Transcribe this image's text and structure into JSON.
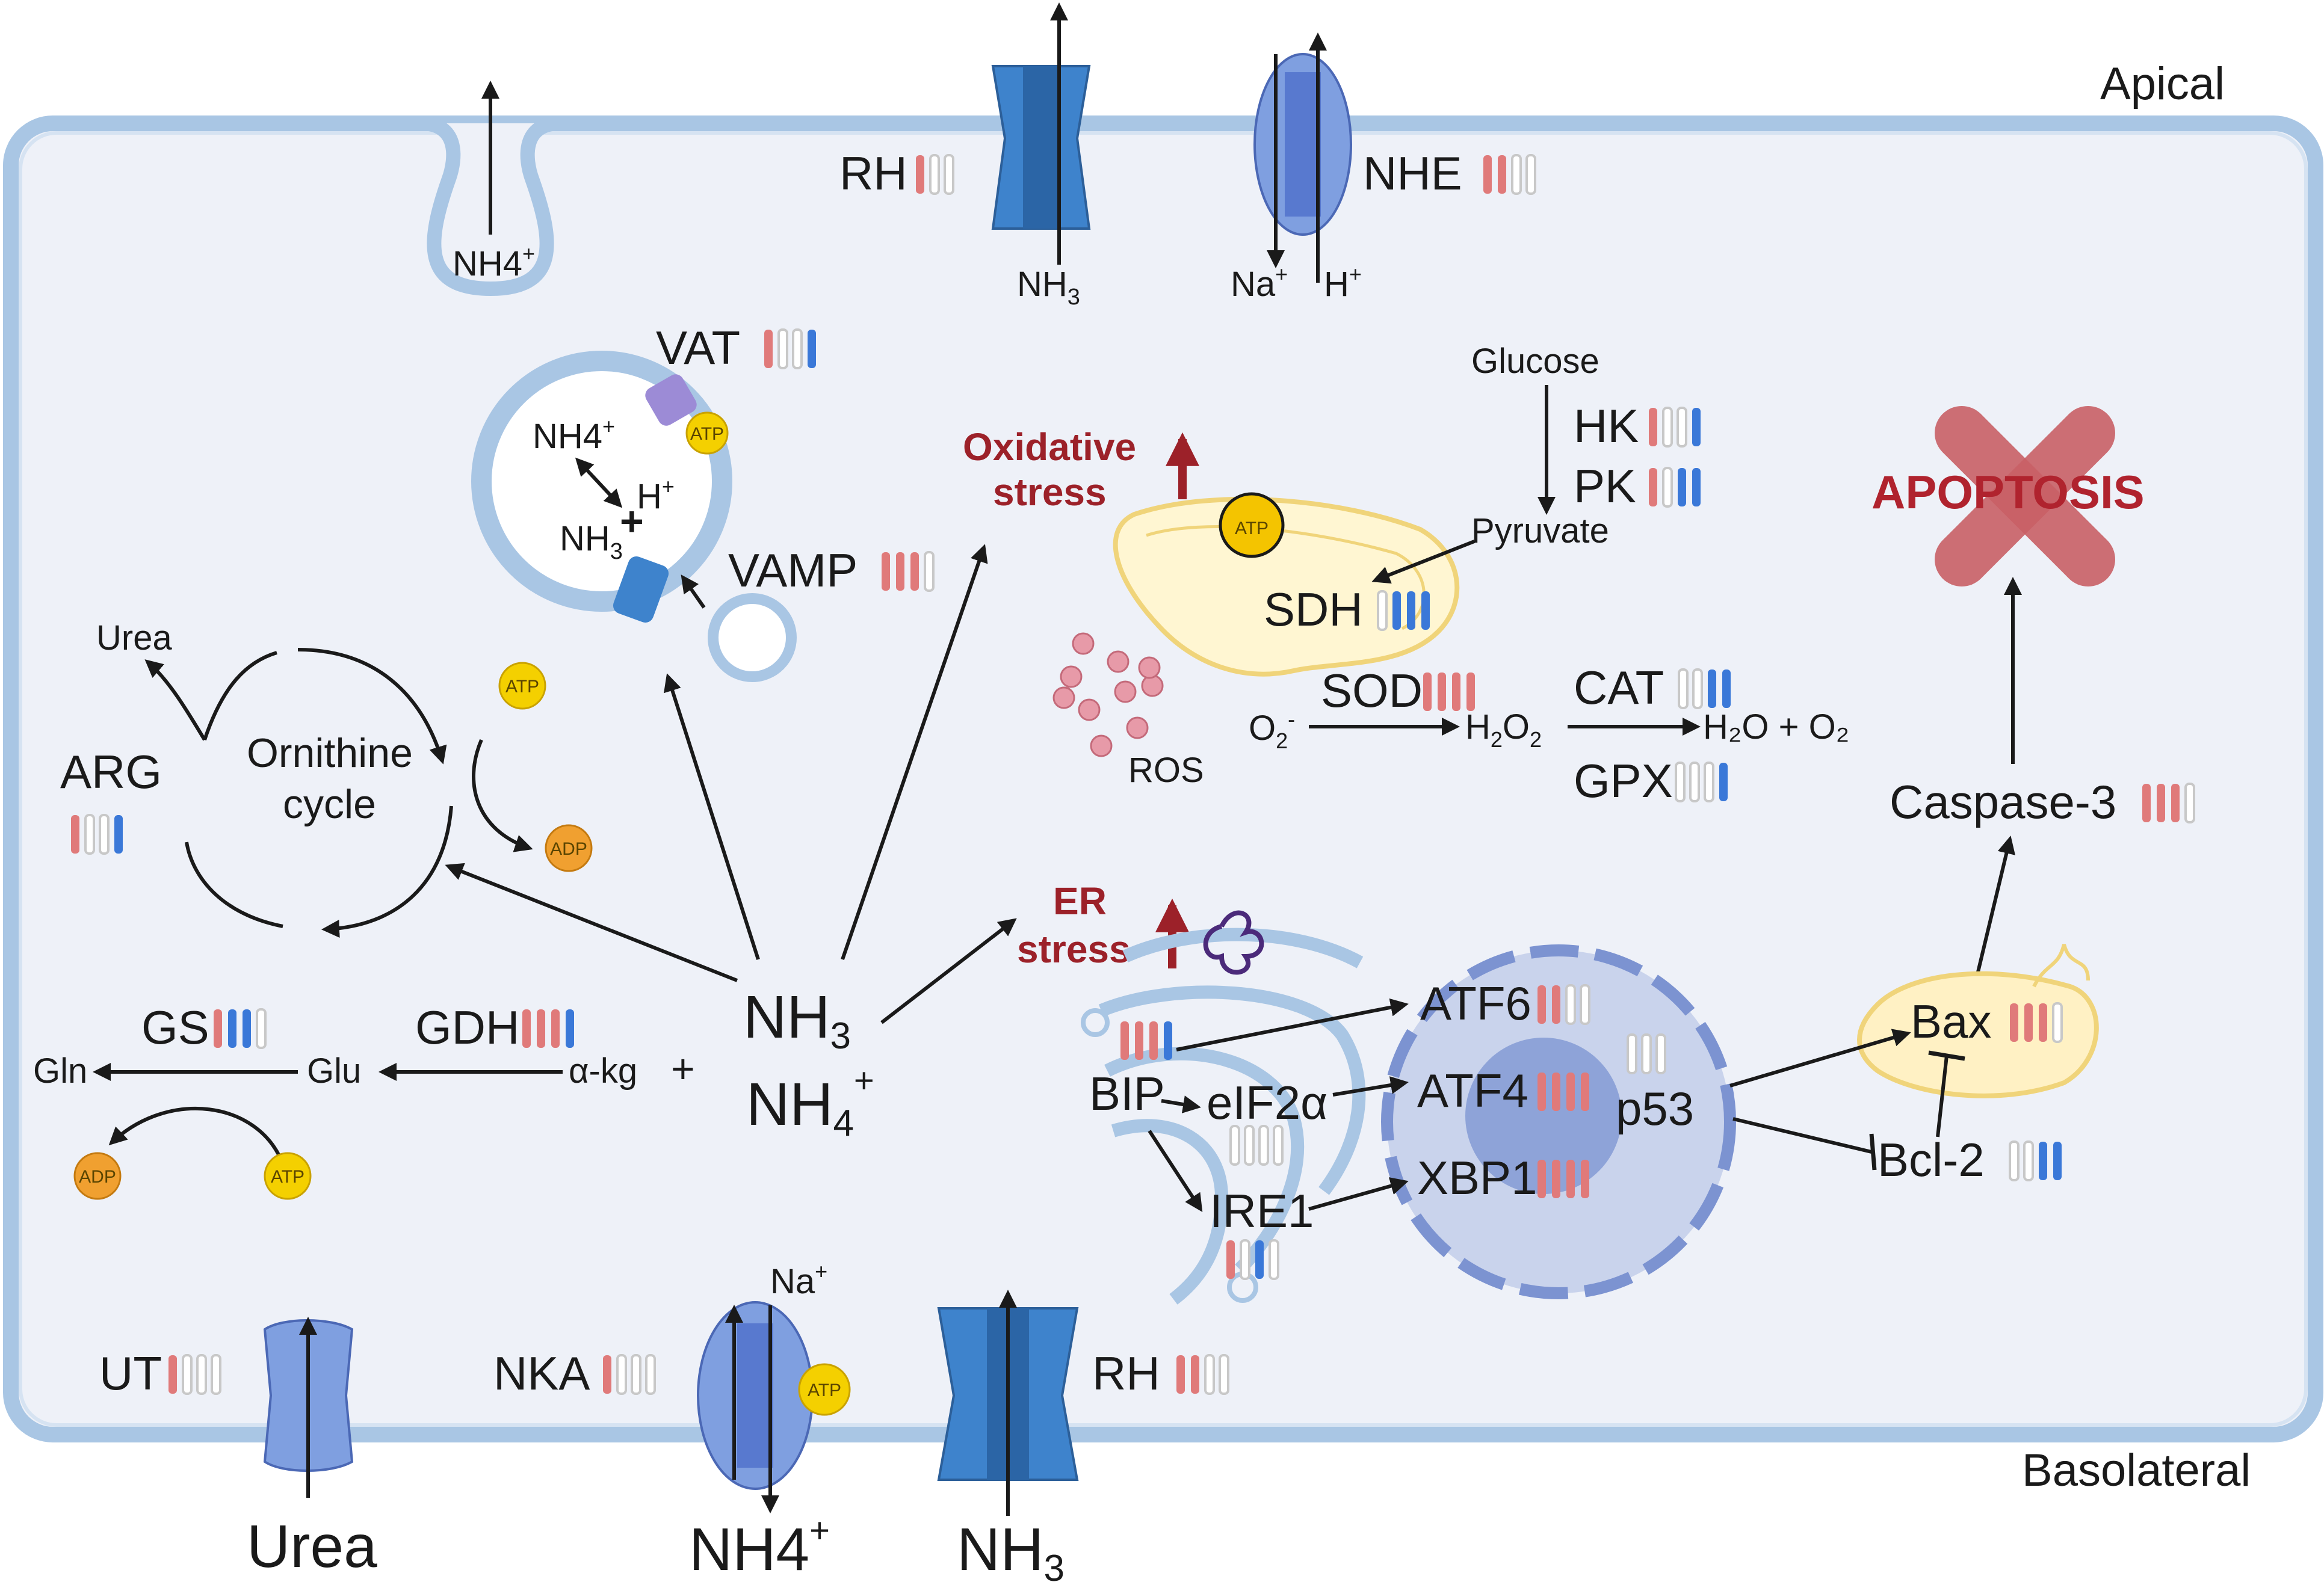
{
  "regions": {
    "apical": "Apical",
    "basolateral": "Basolateral"
  },
  "membrane": {
    "apical_left": {
      "label": "NH4",
      "sup": "+"
    },
    "rh_apical": {
      "name": "RH",
      "molecule": "NH",
      "sub": "3"
    },
    "nhe": {
      "name": "NHE",
      "na": "Na",
      "na_sup": "+",
      "h": "H",
      "h_sup": "+"
    },
    "ut": {
      "name": "UT",
      "molecule": "Urea"
    },
    "nka": {
      "name": "NKA",
      "na": "Na",
      "na_sup": "+",
      "molecule": "NH4",
      "sup": "+"
    },
    "rh_baso": {
      "name": "RH",
      "molecule": "NH",
      "sub": "3"
    }
  },
  "vesicle": {
    "vat": "VAT",
    "vamp": "VAMP",
    "nh4": "NH4",
    "nh4_sup": "+",
    "h": "H",
    "h_sup": "+",
    "nh3": "NH",
    "nh3_sub": "3",
    "plus": "+"
  },
  "ornithine": {
    "title_line1": "Ornithine",
    "title_line2": "cycle",
    "urea": "Urea",
    "arg": "ARG"
  },
  "glutamine": {
    "gs": "GS",
    "gdh": "GDH",
    "gln": "Gln",
    "glu": "Glu",
    "akg": "α-kg",
    "plus": "+"
  },
  "central": {
    "nh3": "NH",
    "nh3_sub": "3",
    "nh4": "NH",
    "nh4_sub": "4",
    "nh4_sup": "+"
  },
  "oxidative": {
    "title_line1": "Oxidative",
    "title_line2": "stress",
    "glucose": "Glucose",
    "hk": "HK",
    "pk": "PK",
    "pyruvate": "Pyruvate",
    "sdh": "SDH",
    "sod": "SOD",
    "cat": "CAT",
    "gpx": "GPX",
    "ros": "ROS",
    "o2": "O",
    "o2_sub": "2",
    "o2_sup": "-",
    "h2o2": "H",
    "h2o2_sub1": "2",
    "h2o2_mid": "O",
    "h2o2_sub2": "2",
    "h2o_o2": "H₂O + O₂"
  },
  "er": {
    "title_line1": "ER",
    "title_line2": "stress",
    "bip": "BIP",
    "eif2a": "eIF2α",
    "ire1": "IRE1",
    "atf6": "ATF6",
    "atf4": "ATF4",
    "xbp1": "XBP1",
    "p53": "p53"
  },
  "apoptosis": {
    "title": "APOPTOSIS",
    "caspase": "Caspase-3",
    "bax": "Bax",
    "bcl2": "Bcl-2"
  },
  "energy": {
    "atp": "ATP",
    "adp": "ADP"
  },
  "colors": {
    "cell_fill": "#eef1f8",
    "cell_stroke": "#a9c6e4",
    "up_bar": "#e07a7a",
    "down_bar": "#3a78d8",
    "none_bar": "#c8c8c8",
    "stress": "#9c2129",
    "apoptosis_x": "#c96066"
  },
  "expression_legend_note": "",
  "expression": {
    "rh_apical": [
      "up",
      "none",
      "none"
    ],
    "nhe": [
      "up",
      "up",
      "none",
      "none"
    ],
    "vat": [
      "up",
      "none",
      "none",
      "down"
    ],
    "vamp": [
      "up",
      "up",
      "up",
      "none"
    ],
    "arg": [
      "up",
      "none",
      "none",
      "down"
    ],
    "gs": [
      "up",
      "down",
      "down",
      "none"
    ],
    "gdh": [
      "up",
      "up",
      "up",
      "down"
    ],
    "hk": [
      "up",
      "none",
      "none",
      "down"
    ],
    "pk": [
      "up",
      "none",
      "down",
      "down"
    ],
    "sdh": [
      "none",
      "down",
      "down",
      "down"
    ],
    "sod": [
      "up",
      "up",
      "up",
      "up"
    ],
    "cat": [
      "none",
      "none",
      "down",
      "down"
    ],
    "gpx": [
      "none",
      "none",
      "none",
      "down"
    ],
    "caspase": [
      "up",
      "up",
      "up",
      "none"
    ],
    "bip": [
      "up",
      "up",
      "up",
      "down"
    ],
    "eif2a": [
      "none",
      "none",
      "none",
      "none"
    ],
    "ire1": [
      "up",
      "none",
      "down",
      "none"
    ],
    "atf6": [
      "up",
      "up",
      "none",
      "none"
    ],
    "atf4": [
      "up",
      "up",
      "up",
      "up"
    ],
    "xbp1": [
      "up",
      "up",
      "up",
      "up"
    ],
    "p53": [
      "none",
      "none",
      "none"
    ],
    "bax": [
      "up",
      "up",
      "up",
      "none"
    ],
    "bcl2": [
      "none",
      "none",
      "down",
      "down"
    ],
    "ut": [
      "up",
      "none",
      "none",
      "none"
    ],
    "nka": [
      "up",
      "none",
      "none",
      "none"
    ],
    "rh_baso": [
      "up",
      "up",
      "none",
      "none"
    ]
  }
}
